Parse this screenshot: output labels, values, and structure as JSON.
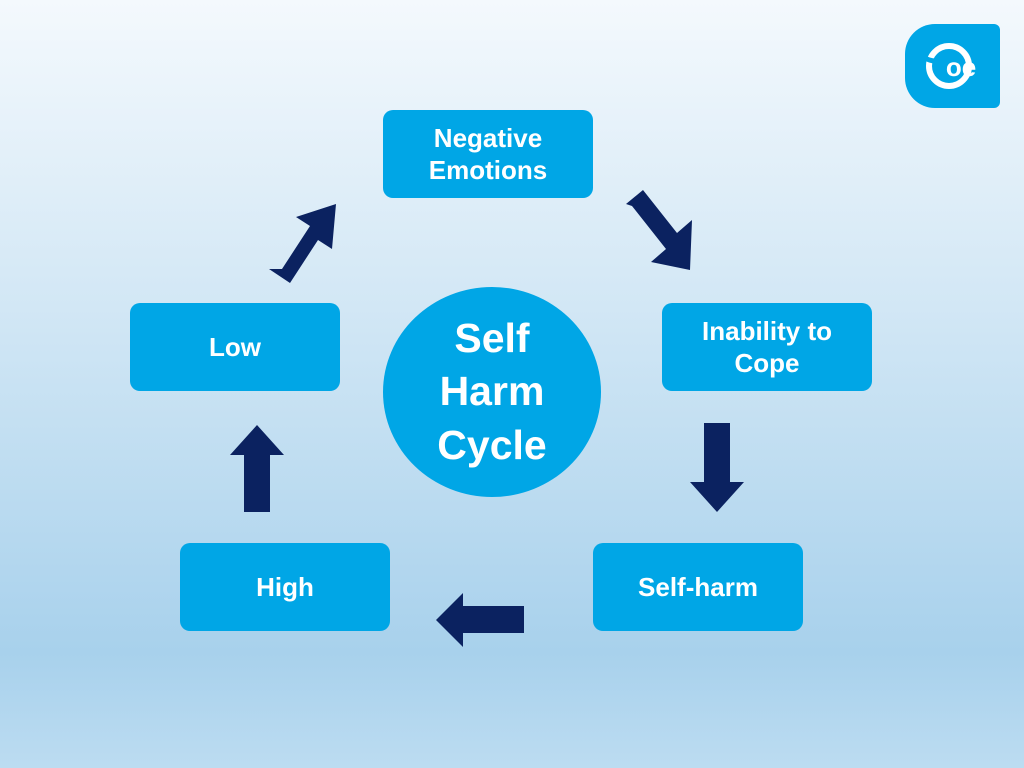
{
  "diagram": {
    "title": "Self\nHarm\nCycle",
    "nodes": {
      "negative_emotions": "Negative\nEmotions",
      "inability_to_cope": "Inability to\nCope",
      "self_harm": "Self-harm",
      "high": "High",
      "low": "Low"
    }
  },
  "logo": {
    "text": "oe",
    "icon": "oe-logo-icon"
  },
  "colors": {
    "node_fill": "#00a6e6",
    "arrow_fill": "#0b2260",
    "text": "#ffffff"
  }
}
